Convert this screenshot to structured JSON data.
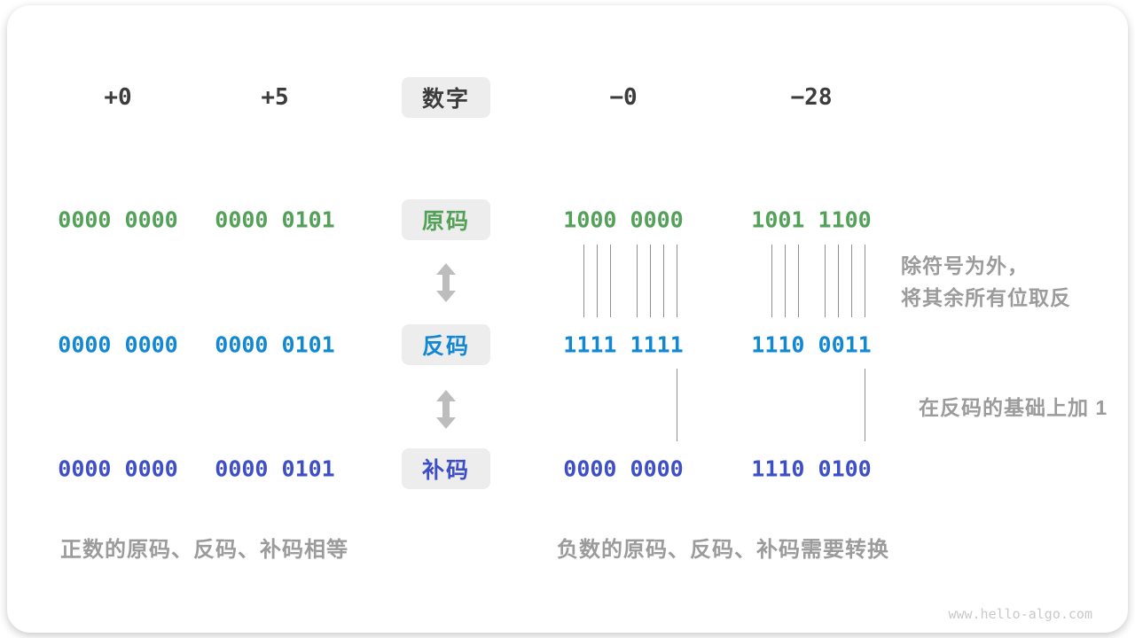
{
  "colors": {
    "green": "#53a158",
    "blue": "#1287d2",
    "indigo": "#3d4ec6",
    "dark": "#3c3c3c",
    "gray": "#9b9b9b",
    "line": "#8f8f8f",
    "arrow": "#bdbdbd",
    "boxbg": "#ededed",
    "watermark": "#c9c9c9"
  },
  "headers": [
    "+0",
    "+5",
    "数字",
    "−0",
    "−28"
  ],
  "rows": [
    {
      "name": "sign-magnitude",
      "label": "原码",
      "values": [
        "0000 0000",
        "0000 0101",
        "1000 0000",
        "1001 1100"
      ]
    },
    {
      "name": "ones-complement",
      "label": "反码",
      "values": [
        "0000 0000",
        "0000 0101",
        "1111 1111",
        "1110 0011"
      ]
    },
    {
      "name": "twos-complement",
      "label": "补码",
      "values": [
        "0000 0000",
        "0000 0101",
        "0000 0000",
        "1110 0100"
      ]
    }
  ],
  "annotations": {
    "flip_line1": "除符号为外，",
    "flip_line2": "将其余所有位取反",
    "add_one": "在反码的基础上加 1"
  },
  "captions": {
    "positive": "正数的原码、反码、补码相等",
    "negative": "负数的原码、反码、补码需要转换"
  },
  "icons": {
    "updown_arrow": "⬍"
  },
  "watermark": "www.hello-algo.com"
}
